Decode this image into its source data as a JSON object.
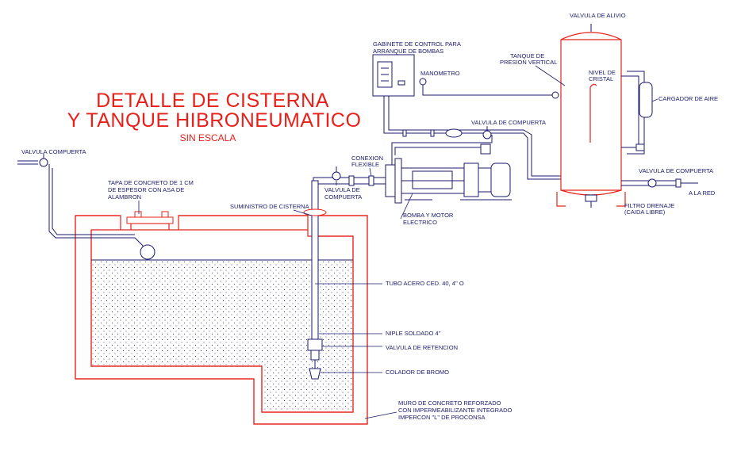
{
  "title": {
    "line1": "DETALLE DE CISTERNA",
    "line2": "Y TANQUE HIBRONEUMATICO",
    "scale": "SIN ESCALA"
  },
  "labels": {
    "valvula_compuerta_left": "VALVULA COMPUERTA",
    "tapa_1": "TAPA DE CONCRETO DE 1 CM",
    "tapa_2": "DE ESPESOR CON ASA DE",
    "tapa_3": "ALAMBRON",
    "suministro": "SUMINISTRO DE CISTERNA",
    "gabinete_1": "GABINETE DE CONTROL PARA",
    "gabinete_2": "ARRANQUE DE BOMBAS",
    "manometro": "MANOMETRO",
    "tanque_1": "TANQUE DE",
    "tanque_2": "PRESION VERTICAL",
    "valvula_alivio": "VALVULA DE ALIVIO",
    "nivel_1": "NIVEL DE",
    "nivel_2": "CRISTAL",
    "cargador": "CARGADOR DE AIRE",
    "valvula_compuerta_top": "VALVULA DE COMPUERTA",
    "conexion_1": "CONEXION",
    "conexion_2": "FLEXIBLE",
    "valvula_de_1": "VALVULA DE",
    "valvula_de_2": "COMPUERTA",
    "bomba_1": "BOMBA Y MOTOR",
    "bomba_2": "ELECTRICO",
    "valvula_compuerta_right": "VALVULA DE COMPUERTA",
    "a_la_red": "A LA RED",
    "filtro_1": "FILTRO DRENAJE",
    "filtro_2": "(CAIDA LIBRE)",
    "tubo": "TUBO ACERO CED. 40, 4'' O",
    "niple": "NIPLE SOLDADO 4''",
    "retencion": "VALVULA DE RETENCION",
    "colador": "COLADOR DE BROMO",
    "muro_1": "MURO DE CONCRETO REFORZADO",
    "muro_2": "CON IMPERMEABILIZANTE INTEGRADO",
    "muro_3": "IMPERCON \"L\" DE PROCONSA"
  },
  "colors": {
    "drawing_blue": "#1a1a6e",
    "title_red": "#e8201a"
  }
}
